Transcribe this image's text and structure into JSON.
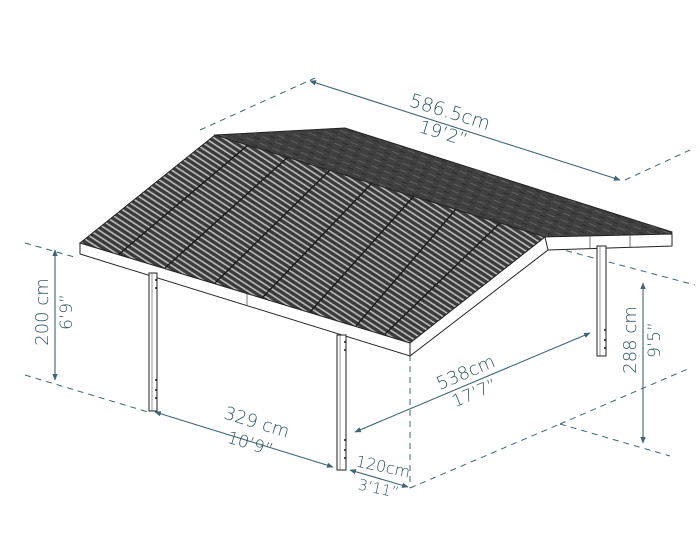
{
  "figure": {
    "subject": "Carport dimensions drawing",
    "colors": {
      "dimension_line": "#3d6573",
      "dimension_text": "#2f5664",
      "roof_dark": "#3a3a3a",
      "roof_far": "#4a4a4a",
      "frame": "#ffffff",
      "outline": "#222222"
    }
  },
  "dimensions": {
    "overall_length": {
      "metric": "586.5cm",
      "imperial": "19’2”"
    },
    "eave_height": {
      "metric": "200 cm",
      "imperial": "6’9”"
    },
    "peak_height": {
      "metric": "288 cm",
      "imperial": "9’5”"
    },
    "post_depth": {
      "metric": "538cm",
      "imperial": "17’7”"
    },
    "post_spacing": {
      "metric": "329 cm",
      "imperial": "10’9”"
    },
    "overhang": {
      "metric": "120cm",
      "imperial": "3’11”"
    }
  }
}
